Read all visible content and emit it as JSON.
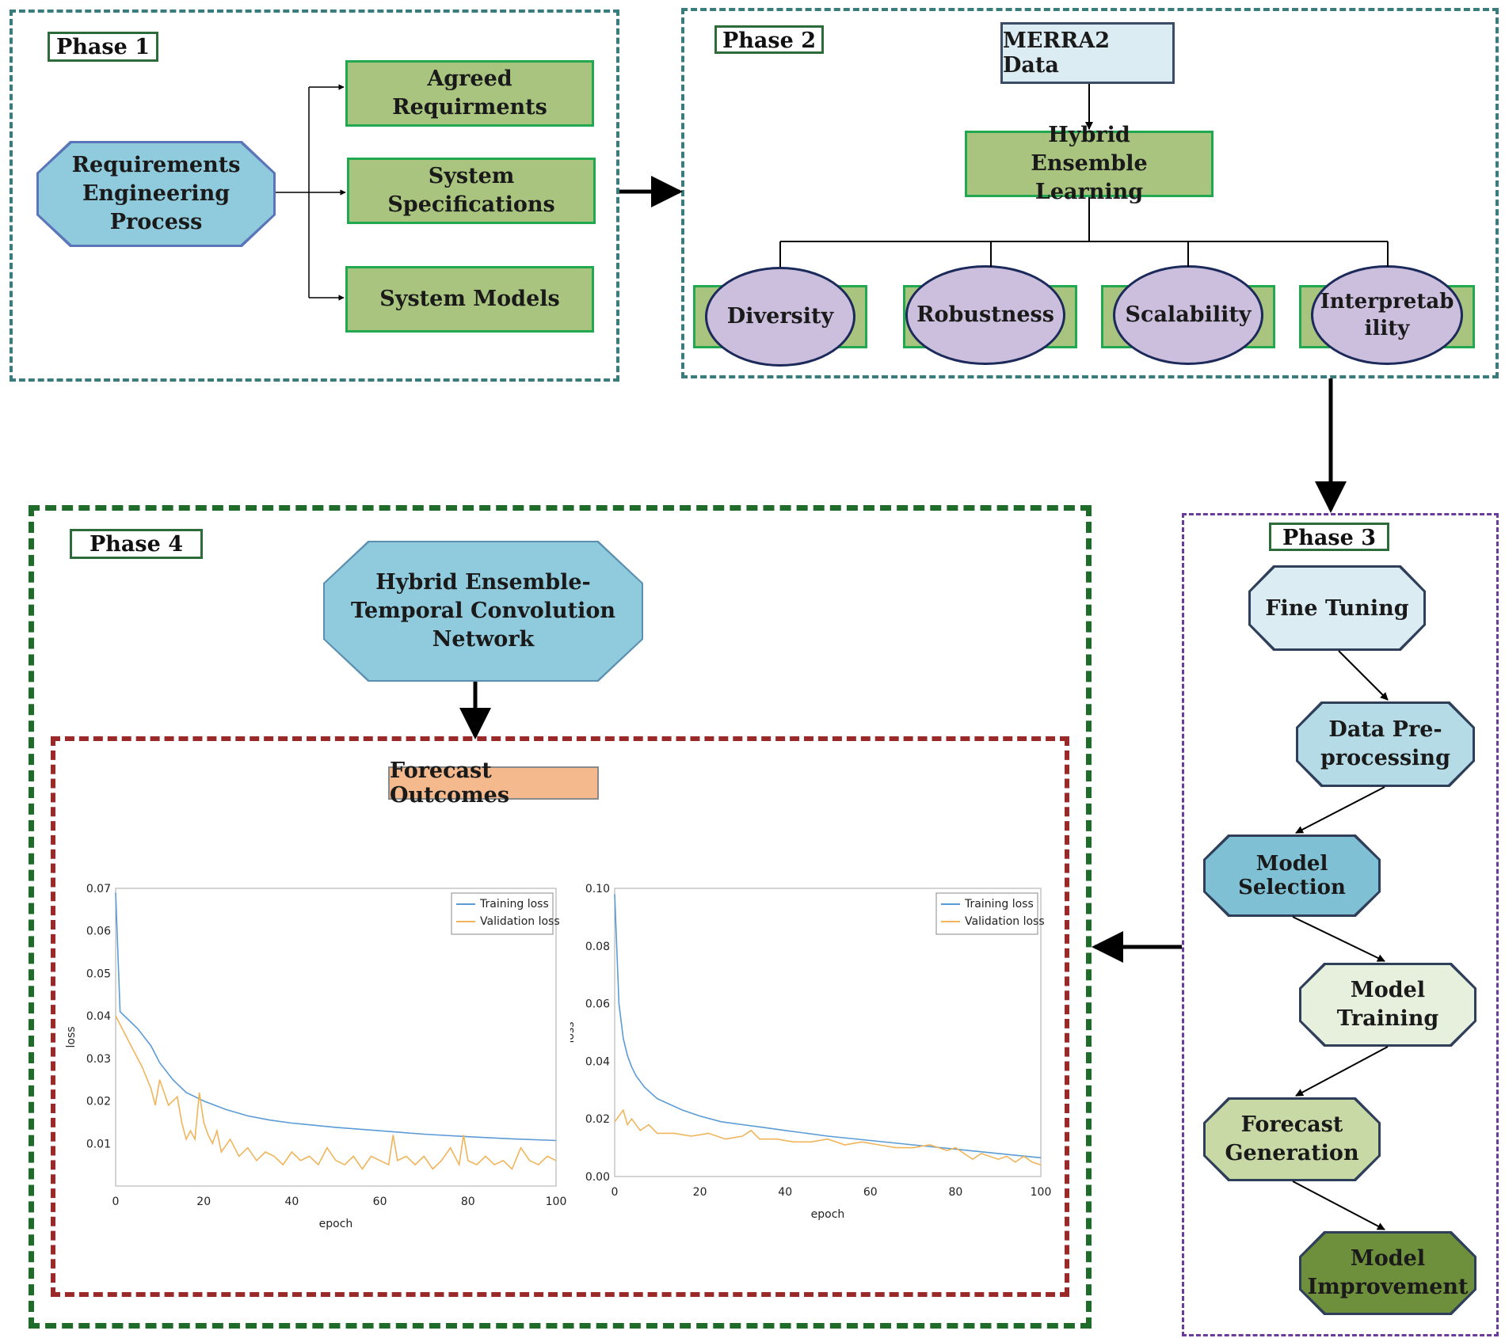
{
  "phase1": {
    "label": "Phase 1",
    "source": "Requirements Engineering Process",
    "outputs": [
      "Agreed Requirments",
      "System Specifications",
      "System Models"
    ]
  },
  "phase2": {
    "label": "Phase 2",
    "data_source": "MERRA2 Data",
    "method": "Hybrid Ensemble Learning",
    "properties": [
      "Diversity",
      "Robustness",
      "Scalability",
      "Interpretability"
    ]
  },
  "phase3": {
    "label": "Phase 3",
    "steps": [
      "Fine Tuning",
      "Data Pre-processing",
      "Model Selection",
      "Model Training",
      "Forecast Generation",
      "Model Improvement"
    ]
  },
  "phase4": {
    "label": "Phase 4",
    "model": "Hybrid Ensemble-Temporal Convolution Network",
    "outcomes_label": "Forecast Outcomes"
  },
  "colors": {
    "phase1_border": "#3a7c7c",
    "phase3_border": "#6a3b9a",
    "phase4_border": "#1f6b2a",
    "outcomes_border": "#9a2a2a",
    "green_box": "#a9c47e",
    "blue_oct": "#8fcbdc",
    "ellipse": "#cbbfdd",
    "training_line": "#5b9bd5",
    "validation_line": "#f0b45b"
  },
  "chart_data": [
    {
      "type": "line",
      "xlabel": "epoch",
      "ylabel": "loss",
      "xlim": [
        0,
        100
      ],
      "ylim": [
        0,
        0.07
      ],
      "x_ticks": [
        0,
        20,
        40,
        60,
        80,
        100
      ],
      "y_ticks": [
        0.01,
        0.02,
        0.03,
        0.04,
        0.05,
        0.06,
        0.07
      ],
      "y_tick_labels": [
        "0.01",
        "0.02",
        "0.03",
        "0.04",
        "0.05",
        "0.06",
        "0.07"
      ],
      "legend_position": "top-right",
      "series": [
        {
          "name": "Training loss",
          "x": [
            0,
            1,
            3,
            5,
            8,
            10,
            13,
            16,
            20,
            25,
            30,
            35,
            40,
            50,
            60,
            70,
            80,
            90,
            100
          ],
          "values": [
            0.069,
            0.041,
            0.039,
            0.037,
            0.033,
            0.029,
            0.025,
            0.022,
            0.02,
            0.018,
            0.0165,
            0.0155,
            0.0148,
            0.0138,
            0.013,
            0.0122,
            0.0116,
            0.0111,
            0.0107
          ]
        },
        {
          "name": "Validation loss",
          "x": [
            0,
            2,
            4,
            6,
            8,
            9,
            10,
            12,
            14,
            15,
            16,
            17,
            18,
            19,
            20,
            21,
            22,
            23,
            24,
            26,
            28,
            30,
            32,
            34,
            36,
            38,
            40,
            42,
            44,
            46,
            48,
            50,
            52,
            54,
            56,
            58,
            60,
            62,
            63,
            64,
            66,
            68,
            70,
            72,
            74,
            76,
            78,
            79,
            80,
            82,
            84,
            86,
            88,
            90,
            92,
            94,
            96,
            98,
            100
          ],
          "values": [
            0.04,
            0.036,
            0.032,
            0.028,
            0.023,
            0.019,
            0.025,
            0.019,
            0.021,
            0.015,
            0.011,
            0.013,
            0.011,
            0.022,
            0.015,
            0.012,
            0.01,
            0.013,
            0.008,
            0.011,
            0.007,
            0.009,
            0.006,
            0.008,
            0.007,
            0.005,
            0.008,
            0.006,
            0.007,
            0.005,
            0.009,
            0.006,
            0.005,
            0.007,
            0.004,
            0.007,
            0.006,
            0.005,
            0.012,
            0.006,
            0.007,
            0.005,
            0.007,
            0.004,
            0.006,
            0.009,
            0.005,
            0.012,
            0.006,
            0.005,
            0.007,
            0.005,
            0.006,
            0.004,
            0.009,
            0.006,
            0.005,
            0.007,
            0.006
          ]
        }
      ]
    },
    {
      "type": "line",
      "xlabel": "epoch",
      "ylabel": "loss",
      "xlim": [
        0,
        100
      ],
      "ylim": [
        0,
        0.1
      ],
      "x_ticks": [
        0,
        20,
        40,
        60,
        80,
        100
      ],
      "y_ticks": [
        0.0,
        0.02,
        0.04,
        0.06,
        0.08,
        0.1
      ],
      "y_tick_labels": [
        "0.00",
        "0.02",
        "0.04",
        "0.06",
        "0.08",
        "0.10"
      ],
      "legend_position": "top-right",
      "series": [
        {
          "name": "Training loss",
          "x": [
            0,
            1,
            2,
            3,
            4,
            5,
            7,
            10,
            13,
            16,
            20,
            25,
            30,
            35,
            40,
            50,
            60,
            70,
            80,
            90,
            100
          ],
          "values": [
            0.098,
            0.06,
            0.048,
            0.042,
            0.038,
            0.035,
            0.031,
            0.027,
            0.025,
            0.023,
            0.021,
            0.019,
            0.018,
            0.017,
            0.016,
            0.014,
            0.0125,
            0.011,
            0.0095,
            0.008,
            0.0065
          ]
        },
        {
          "name": "Validation loss",
          "x": [
            0,
            2,
            3,
            4,
            6,
            8,
            10,
            14,
            18,
            22,
            26,
            30,
            32,
            34,
            38,
            42,
            46,
            50,
            54,
            58,
            62,
            66,
            70,
            74,
            78,
            80,
            82,
            84,
            86,
            88,
            90,
            92,
            94,
            96,
            98,
            100
          ],
          "values": [
            0.019,
            0.023,
            0.018,
            0.02,
            0.016,
            0.018,
            0.015,
            0.015,
            0.014,
            0.015,
            0.013,
            0.014,
            0.016,
            0.013,
            0.013,
            0.012,
            0.012,
            0.013,
            0.011,
            0.012,
            0.011,
            0.01,
            0.01,
            0.011,
            0.009,
            0.01,
            0.008,
            0.006,
            0.008,
            0.007,
            0.006,
            0.007,
            0.005,
            0.007,
            0.005,
            0.004
          ]
        }
      ]
    }
  ]
}
